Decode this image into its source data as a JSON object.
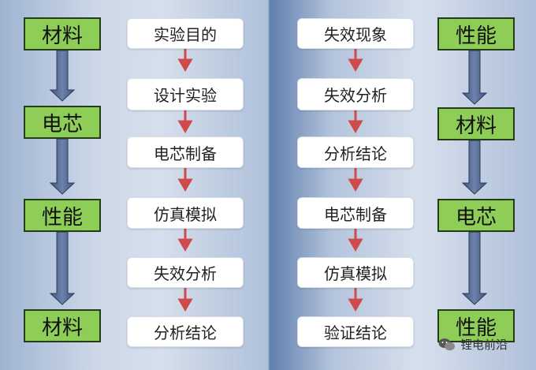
{
  "left_chain": [
    "材料",
    "电芯",
    "性能",
    "材料"
  ],
  "left_steps": [
    "实验目的",
    "设计实验",
    "电芯制备",
    "仿真模拟",
    "失效分析",
    "分析结论"
  ],
  "right_steps": [
    "失效现象",
    "失效分析",
    "分析结论",
    "电芯制备",
    "仿真模拟",
    "验证结论"
  ],
  "right_chain": [
    "性能",
    "材料",
    "电芯",
    "性能"
  ],
  "watermark": {
    "text": "锂电前沿"
  },
  "colors": {
    "green_box": "#8ecd57",
    "green_border": "#243c18",
    "red_arrow": "#cf4b4b",
    "blue_arrow": "#4f638c"
  }
}
